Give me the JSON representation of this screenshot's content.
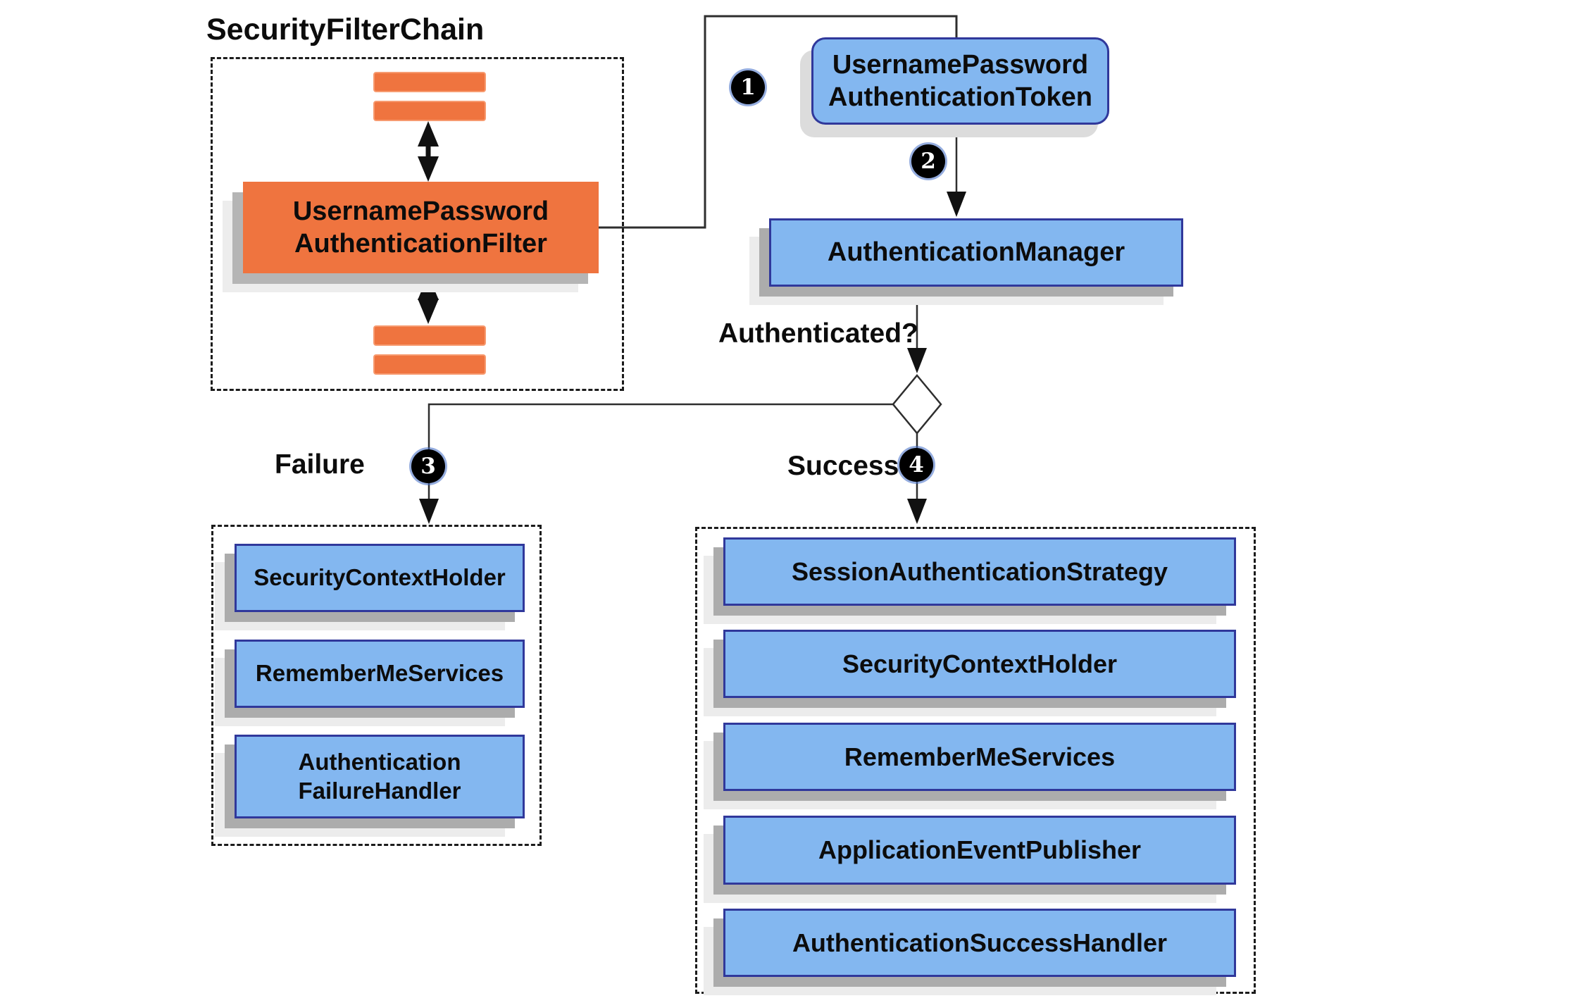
{
  "title": "SecurityFilterChain",
  "steps": [
    "1",
    "2",
    "3",
    "4"
  ],
  "labels": {
    "authenticated": "Authenticated?",
    "failure": "Failure",
    "success": "Success"
  },
  "filter_chain": {
    "filter_box": {
      "lines": [
        "UsernamePassword",
        "AuthenticationFilter"
      ]
    }
  },
  "token_box": {
    "lines": [
      "UsernamePassword",
      "AuthenticationToken"
    ]
  },
  "manager_box": {
    "lines": [
      "AuthenticationManager"
    ]
  },
  "failure": {
    "boxes": [
      {
        "lines": [
          "SecurityContextHolder"
        ]
      },
      {
        "lines": [
          "RememberMeServices"
        ]
      },
      {
        "lines": [
          "Authentication",
          "FailureHandler"
        ]
      }
    ]
  },
  "success": {
    "boxes": [
      {
        "lines": [
          "SessionAuthenticationStrategy"
        ]
      },
      {
        "lines": [
          "SecurityContextHolder"
        ]
      },
      {
        "lines": [
          "RememberMeServices"
        ]
      },
      {
        "lines": [
          "ApplicationEventPublisher"
        ]
      },
      {
        "lines": [
          "AuthenticationSuccessHandler"
        ]
      }
    ]
  },
  "colors": {
    "orange_fill": "#ef743f",
    "blue_fill": "#83b7f0",
    "blue_border": "#30389b",
    "line": "#2e2e2e",
    "badge_bg": "#000000",
    "badge_text": "#ffffff",
    "shadow": "#acacac"
  }
}
